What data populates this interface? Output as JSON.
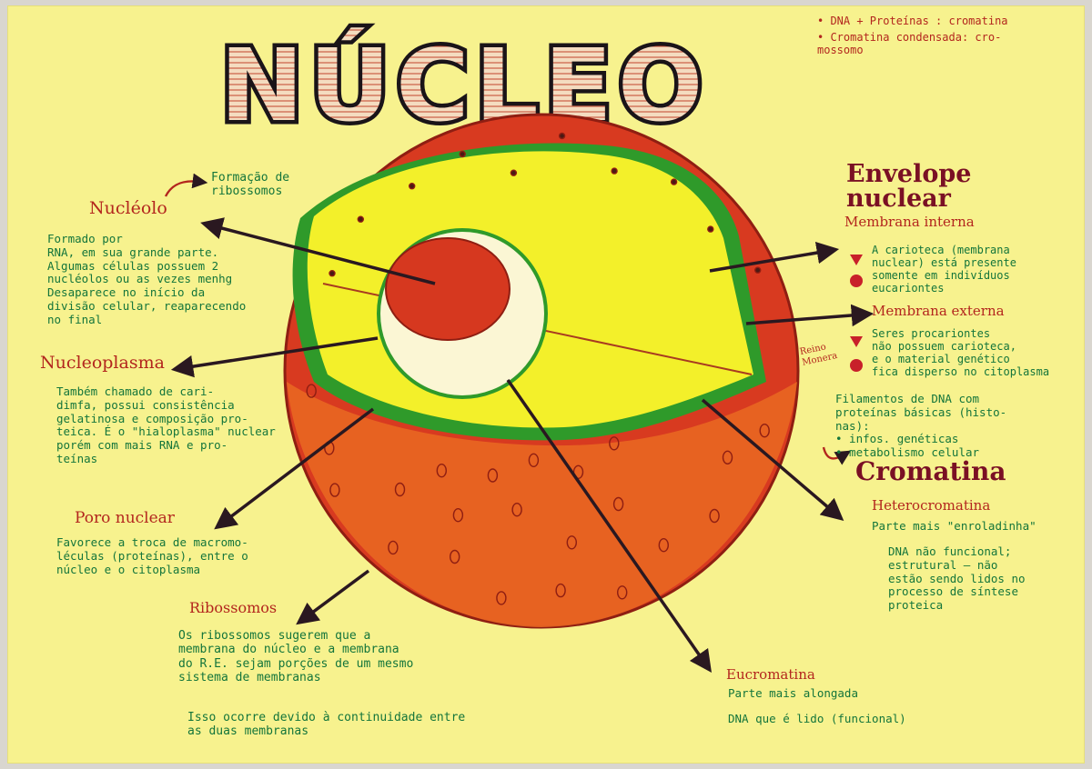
{
  "colors": {
    "paper": "#f7f28e",
    "sphere_red": "#d83a20",
    "sphere_orange": "#ea6a22",
    "nucleoplasm_yellow": "#f3f02a",
    "chromatin_green": "#2f9a2a",
    "heading_red": "#b3261e",
    "heading_dark": "#7a1024",
    "note_green": "#14753b",
    "arrow": "#2a1820"
  },
  "title": "NÚCLEO",
  "top_note": {
    "line1": "• DNA + Proteínas : cromatina",
    "line2": "• Cromatina condensada: cro-\nmossomo"
  },
  "formacao": "Formação de\nribossomos",
  "nucleolo": {
    "heading": "Nucléolo",
    "text": "Formado por\nRNA, em sua grande parte.\nAlgumas células possuem 2\nnucléolos ou as vezes menhg\nDesaparece no início da\ndivisão celular, reaparecendo\nno final"
  },
  "nucleoplasma": {
    "heading": "Nucleoplasma",
    "text": "Também chamado de cari-\ndimfa, possui consistência\ngelatinosa e composição pro-\nteica. É o \"hialoplasma\" nuclear\nporém com mais RNA e pro-\nteínas"
  },
  "poro": {
    "heading": "Poro nuclear",
    "text": "Favorece a troca de macromo-\nléculas (proteínas), entre o\nnúcleo e o citoplasma"
  },
  "ribossomos": {
    "heading": "Ribossomos",
    "text1": "Os ribossomos sugerem que a\nmembrana do núcleo e a membrana\ndo R.E. sejam porções de um mesmo\nsistema de membranas",
    "text2": "Isso ocorre devido à continuidade entre\nas duas membranas"
  },
  "envelope": {
    "heading": "Envelope\nnuclear",
    "interna_heading": "Membrana interna",
    "interna_text": "A carioteca (membrana\nnuclear) está presente\nsomente em indivíduos\neucariontes",
    "externa_heading": "Membrana externa",
    "externa_text": "Seres procariontes\nnão possuem carioteca,\ne o material genético\nfica disperso no citoplasma",
    "reino": "Reino\nMonera"
  },
  "filamentos": "Filamentos de DNA com\nproteínas básicas (histo-\nnas):\n• infos. genéticas\n• metabolismo celular",
  "cromatina": {
    "heading": "Cromatina",
    "hetero_heading": "Heterocromatina",
    "hetero_text1": "Parte mais \"enroladinha\"",
    "hetero_text2": "DNA não funcional;\nestrutural — não\nestão sendo lidos no\nprocesso de síntese\nproteica",
    "eu_heading": "Eucromatina",
    "eu_text1": "Parte mais alongada",
    "eu_text2": "DNA que é lido (funcional)"
  },
  "icons": {
    "curved_arrow": "curved-arrow-icon",
    "bullet_triangle": "triangle-bullet-icon",
    "bullet_circle": "circle-bullet-icon"
  }
}
